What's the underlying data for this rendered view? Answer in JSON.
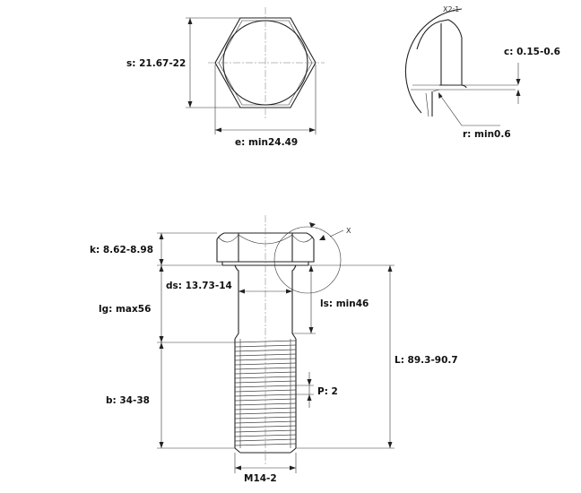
{
  "labels": {
    "s": "s: 21.67-22",
    "e": "e: min24.49",
    "c": "c: 0.15-0.6",
    "r": "r: min0.6",
    "detail_scale": "X2:1",
    "detail_marker": "X",
    "k": "k: 8.62-8.98",
    "ds": "ds: 13.73-14",
    "lg": "lg: max56",
    "ls": "ls: min46",
    "L": "L: 89.3-90.7",
    "P": "P: 2",
    "b": "b: 34-38",
    "thread": "M14-2"
  }
}
